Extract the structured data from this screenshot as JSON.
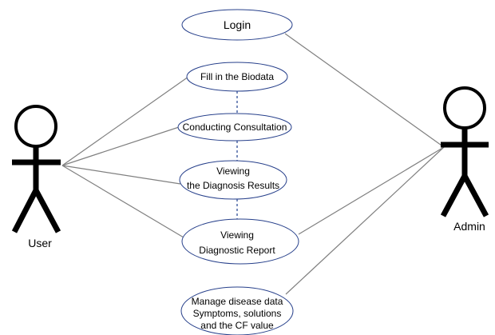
{
  "actors": {
    "user": {
      "label": "User"
    },
    "admin": {
      "label": "Admin"
    }
  },
  "use_cases": {
    "login": {
      "lines": [
        "Login"
      ]
    },
    "biodata": {
      "lines": [
        "Fill in the Biodata"
      ]
    },
    "consultation": {
      "lines": [
        "Conducting Consultation"
      ]
    },
    "diagnosis_results": {
      "lines": [
        "Viewing",
        "the Diagnosis Results"
      ]
    },
    "diagnostic_report": {
      "lines": [
        "Viewing",
        "Diagnostic Report"
      ]
    },
    "manage_data": {
      "lines": [
        "Manage disease data",
        "Symptoms, solutions",
        "and the CF value"
      ]
    }
  },
  "colors": {
    "ellipse_stroke": "#27408b",
    "association_line": "#808080",
    "dependency_line": "#1f3f8f",
    "actor": "#000000"
  }
}
